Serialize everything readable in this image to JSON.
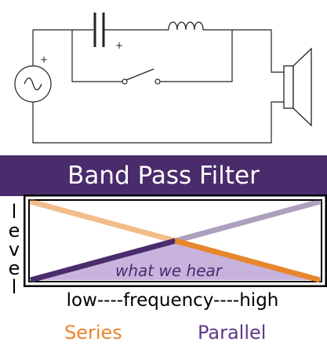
{
  "circuit": {
    "source_polarity": "+",
    "capacitor_polarity": "+"
  },
  "title": "Band Pass Filter",
  "graph": {
    "y_label_letters": [
      "l",
      "e",
      "v",
      "e",
      "l"
    ],
    "x_label": "low----frequency----high",
    "region_label": "what we hear"
  },
  "legend": {
    "series_label": "Series",
    "parallel_label": "Parallel"
  },
  "colors": {
    "series": "#e8862c",
    "parallel": "#4a2c6c",
    "overlap_fill": "#c7b3dc",
    "banner": "#4a2c6c"
  },
  "chart_data": {
    "type": "line",
    "title": "Band Pass Filter",
    "xlabel": "low----frequency----high",
    "ylabel": "level",
    "series": [
      {
        "name": "Series",
        "x": [
          0,
          1
        ],
        "y": [
          1,
          0
        ]
      },
      {
        "name": "Parallel",
        "x": [
          0,
          1
        ],
        "y": [
          0,
          1
        ]
      }
    ],
    "annotations": [
      "what we hear"
    ]
  }
}
